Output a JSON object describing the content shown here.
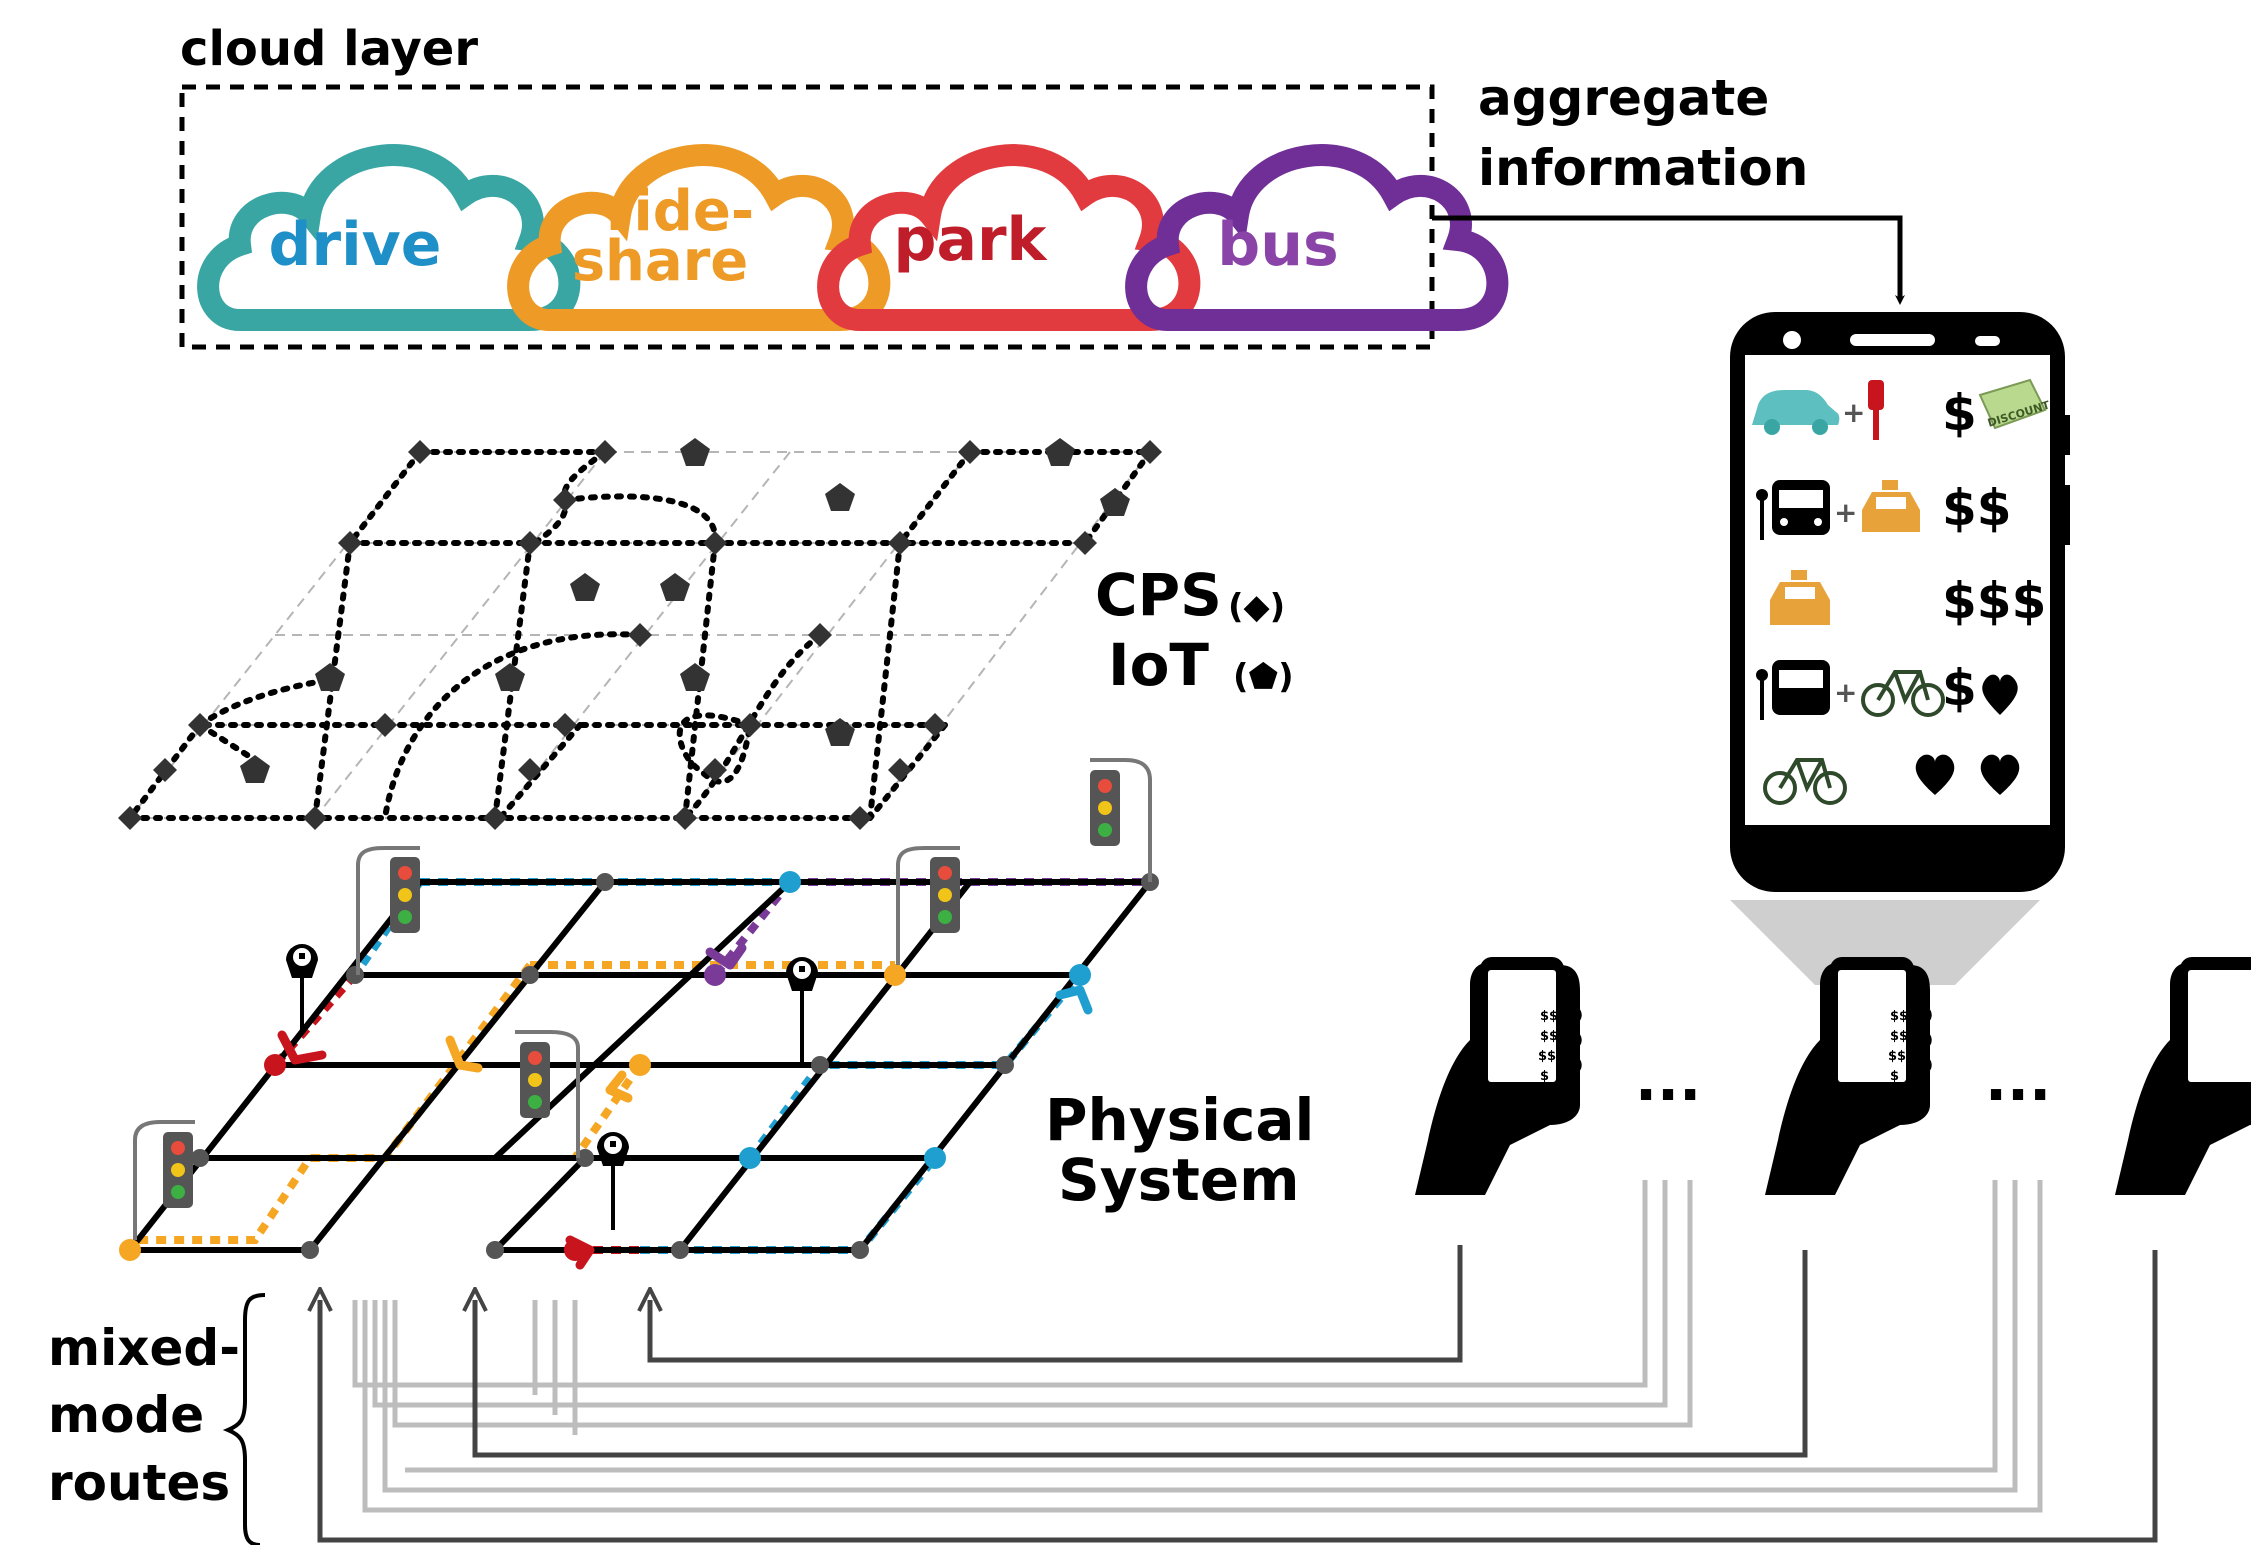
{
  "cloud_layer": {
    "title": "cloud layer",
    "clouds": [
      {
        "label": "drive",
        "color": "#3aa6a4",
        "text_color": "#1f8fc8"
      },
      {
        "label_line1": "ride-",
        "label_line2": "share",
        "color": "#ee9a26",
        "text_color": "#ee9a26"
      },
      {
        "label": "park",
        "color": "#e23b3f",
        "text_color": "#c01d2a"
      },
      {
        "label": "bus",
        "color": "#6f2f97",
        "text_color": "#8a44a8"
      }
    ]
  },
  "aggregate": {
    "line1": "aggregate",
    "line2": "information"
  },
  "cps_iot": {
    "cps": "CPS",
    "cps_symbol": "(◆)",
    "iot": "IoT",
    "iot_symbol": "(⬟)"
  },
  "physical": {
    "line1": "Physical",
    "line2": "System"
  },
  "routes": {
    "line1": "mixed-",
    "line2": "mode",
    "line3": "routes"
  },
  "phone_options": [
    {
      "mode_icons": [
        "car-icon",
        "parking-meter-icon"
      ],
      "cost": "$",
      "note": "DISCOUNT"
    },
    {
      "mode_icons": [
        "bus-icon",
        "taxi-icon"
      ],
      "cost": "$$"
    },
    {
      "mode_icons": [
        "taxi-icon"
      ],
      "cost": "$$$"
    },
    {
      "mode_icons": [
        "bus-icon",
        "bicycle-icon"
      ],
      "cost": "$"
    },
    {
      "mode_icons": [
        "bicycle-icon"
      ],
      "cost": ""
    }
  ],
  "ellipsis": "...",
  "mini_costs": [
    "$$",
    "$$",
    "$$$",
    "$",
    ""
  ],
  "colors": {
    "teal": "#3aa6a4",
    "orange": "#f5a623",
    "red": "#c8141c",
    "purple": "#7a3a98",
    "blue": "#1e9fd0",
    "bike_green": "#2f4a2a",
    "gray_line": "#bdbdbd",
    "dark_line": "#444444"
  }
}
